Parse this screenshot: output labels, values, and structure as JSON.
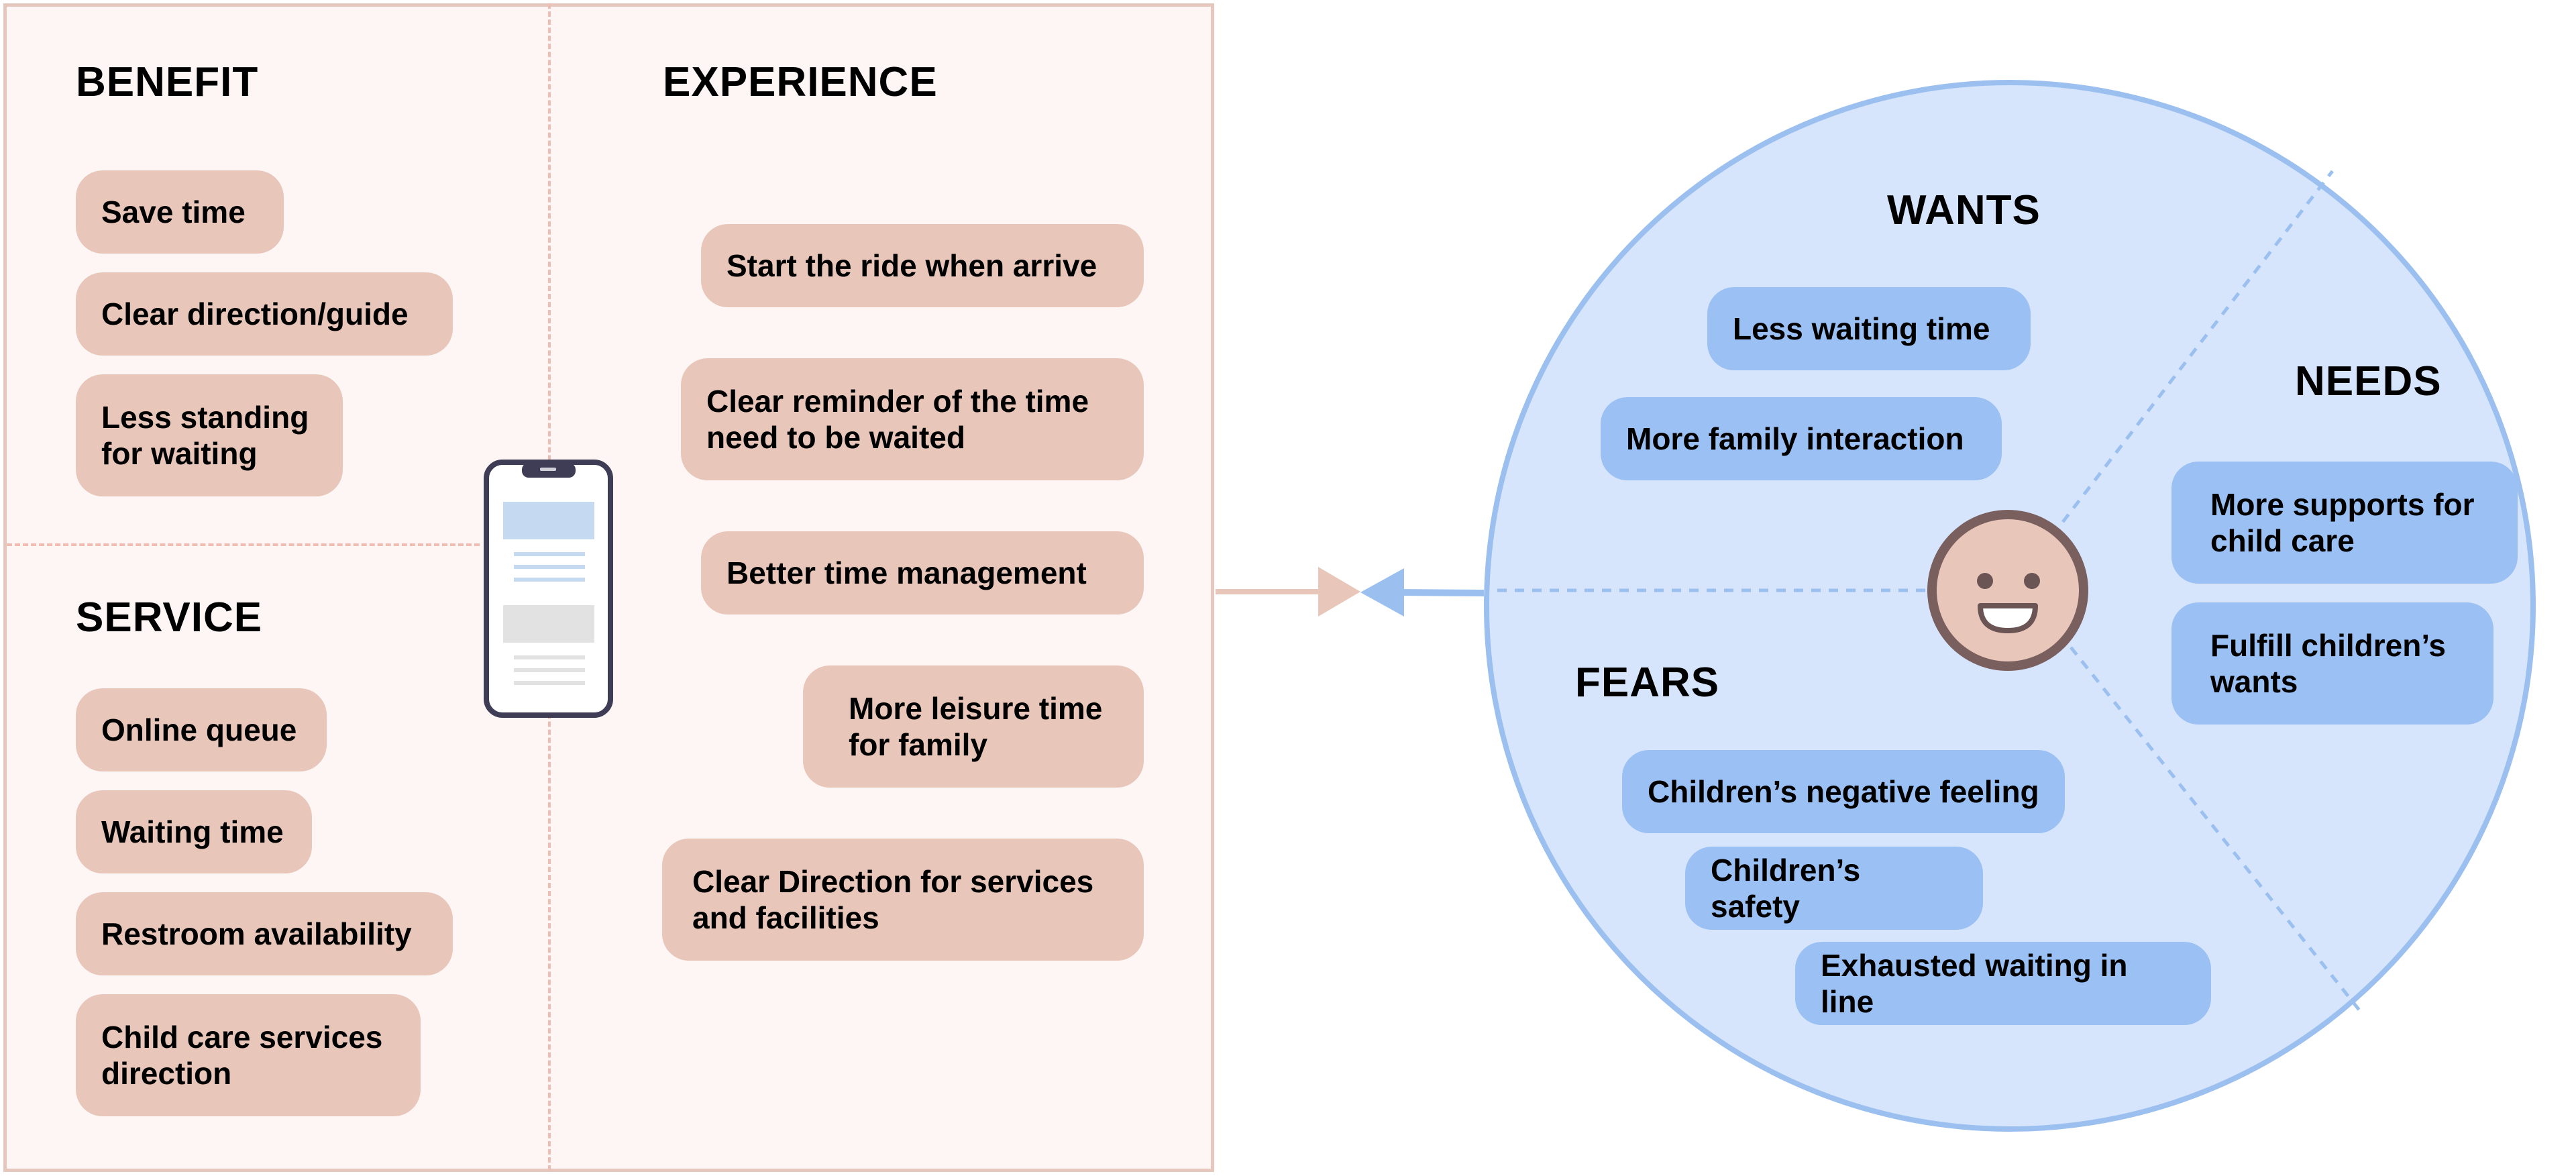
{
  "left_panel": {
    "benefit": {
      "heading": "BENEFIT",
      "items": [
        "Save time",
        "Clear direction/guide",
        "Less standing\nfor waiting"
      ]
    },
    "service": {
      "heading": "SERVICE",
      "items": [
        "Online queue",
        "Waiting time",
        "Restroom availability",
        "Child care services\ndirection"
      ]
    },
    "experience": {
      "heading": "EXPERIENCE",
      "items": [
        "Start the ride when arrive",
        "Clear reminder of the time\nneed to be waited",
        "Better time management",
        "More leisure time\nfor family",
        "Clear Direction for services\nand facilities"
      ]
    }
  },
  "right_circle": {
    "wants": {
      "heading": "WANTS",
      "items": [
        "Less waiting time",
        "More family interaction"
      ]
    },
    "needs": {
      "heading": "NEEDS",
      "items": [
        "More supports for\nchild care",
        "Fulfill children’s\nwants"
      ]
    },
    "fears": {
      "heading": "FEARS",
      "items": [
        "Children’s negative feeling",
        "Children’s safety",
        "Exhausted waiting in line"
      ]
    }
  },
  "icons": {
    "phone": "smartphone-icon",
    "face": "smiley-face-icon"
  },
  "colors": {
    "panel_bg": "#fdf6f4",
    "panel_border": "#e6c7bd",
    "peach_pill": "#e8c6ba",
    "circle_fill": "#d6e5fc",
    "circle_border": "#9bc0f0",
    "blue_pill": "#9bc0f4",
    "arrow_peach": "#e8c6ba",
    "arrow_blue": "#9bc0f0",
    "face_fill": "#e8c6ba",
    "face_border": "#7a5f5f"
  }
}
